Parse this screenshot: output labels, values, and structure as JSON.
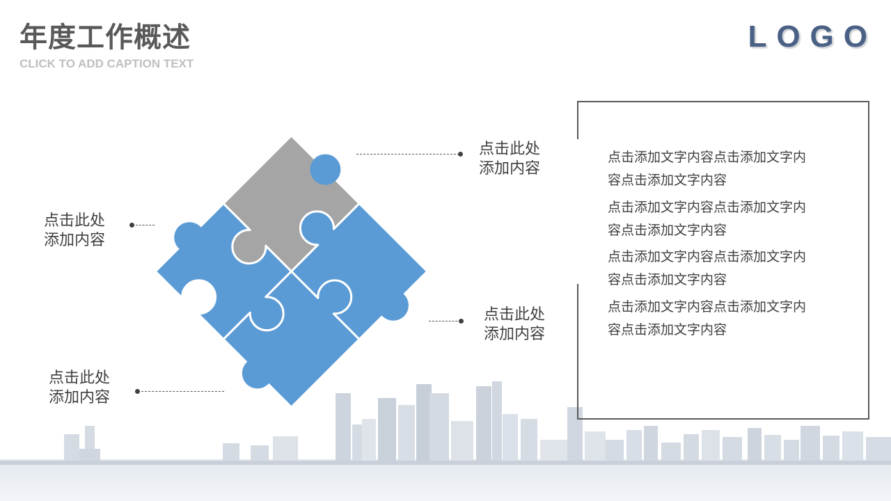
{
  "header": {
    "title": "年度工作概述",
    "caption": "CLICK TO ADD CAPTION TEXT",
    "logo": "LOGO"
  },
  "labels": [
    {
      "line1": "点击此处",
      "line2": "添加内容"
    },
    {
      "line1": "点击此处",
      "line2": "添加内容"
    },
    {
      "line1": "点击此处",
      "line2": "添加内容"
    },
    {
      "line1": "点击此处",
      "line2": "添加内容"
    }
  ],
  "textbox": {
    "paragraphs": [
      {
        "line1": "点击添加文字内容点击添加文字内",
        "line2": "容点击添加文字内容"
      },
      {
        "line1": "点击添加文字内容点击添加文字内",
        "line2": "容点击添加文字内容"
      },
      {
        "line1": "点击添加文字内容点击添加文字内",
        "line2": "容点击添加文字内容"
      },
      {
        "line1": "点击添加文字内容点击添加文字内",
        "line2": "容点击添加文字内容"
      }
    ]
  },
  "colors": {
    "puzzle_blue": "#5b9bd5",
    "puzzle_gray": "#a5a5a5",
    "text": "#404040",
    "logo": "#4a6084"
  }
}
